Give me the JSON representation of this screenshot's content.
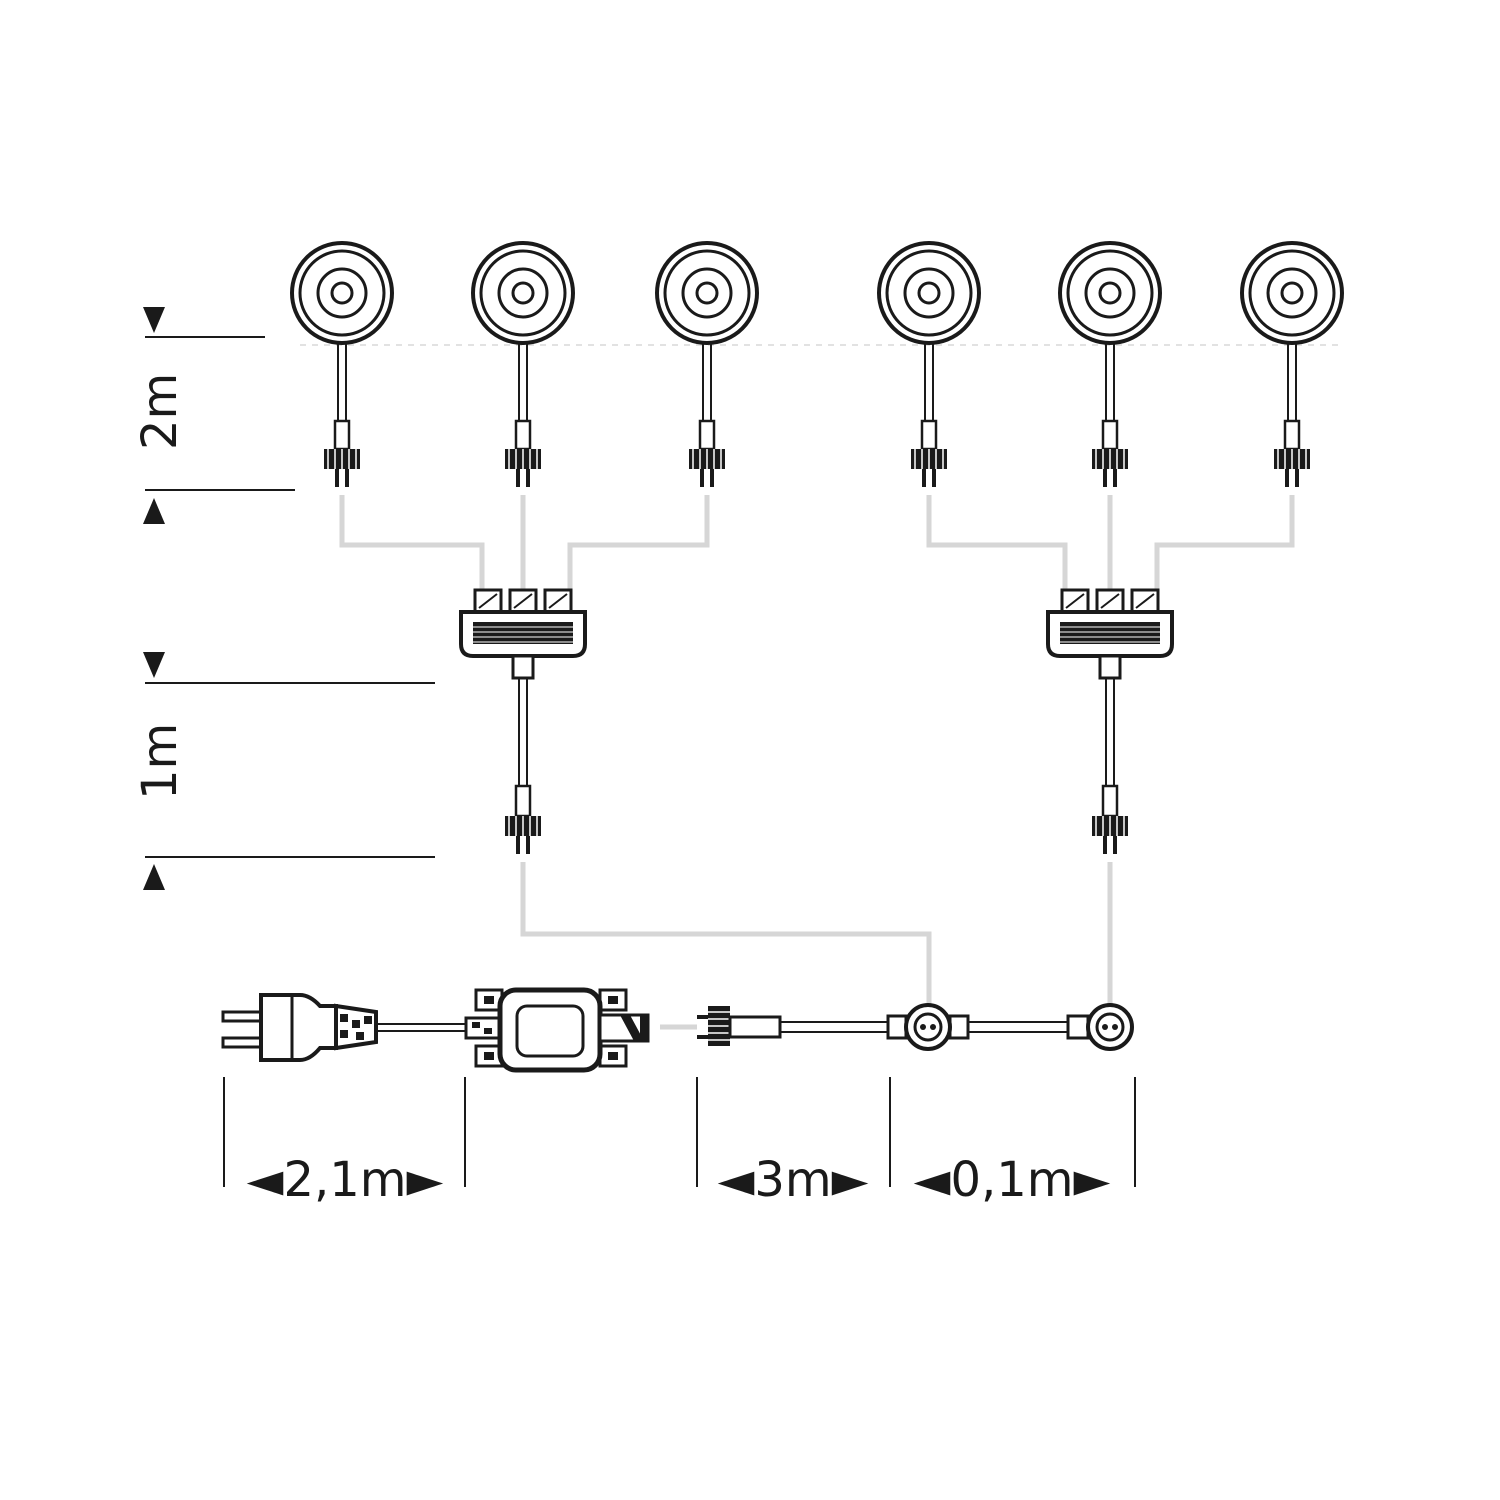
{
  "dimensions": {
    "lamp_cable": "2m",
    "splitter_cable": "1m",
    "mains_cable": "◄2,1m►",
    "extension_cable": "◄3m►",
    "distributor_cable": "◄0,1m►"
  },
  "colors": {
    "ink": "#1a1a1a",
    "connection_wire": "#d6d6d6",
    "background": "#ffffff"
  },
  "icons": {
    "spotlight": "round-spotlight-icon",
    "male_plug": "male-connector-icon",
    "splitter": "three-way-splitter-icon",
    "mains_plug": "schuko-plug-icon",
    "transformer": "transformer-icon",
    "distributor": "t-distributor-icon",
    "end_socket": "end-socket-icon"
  }
}
